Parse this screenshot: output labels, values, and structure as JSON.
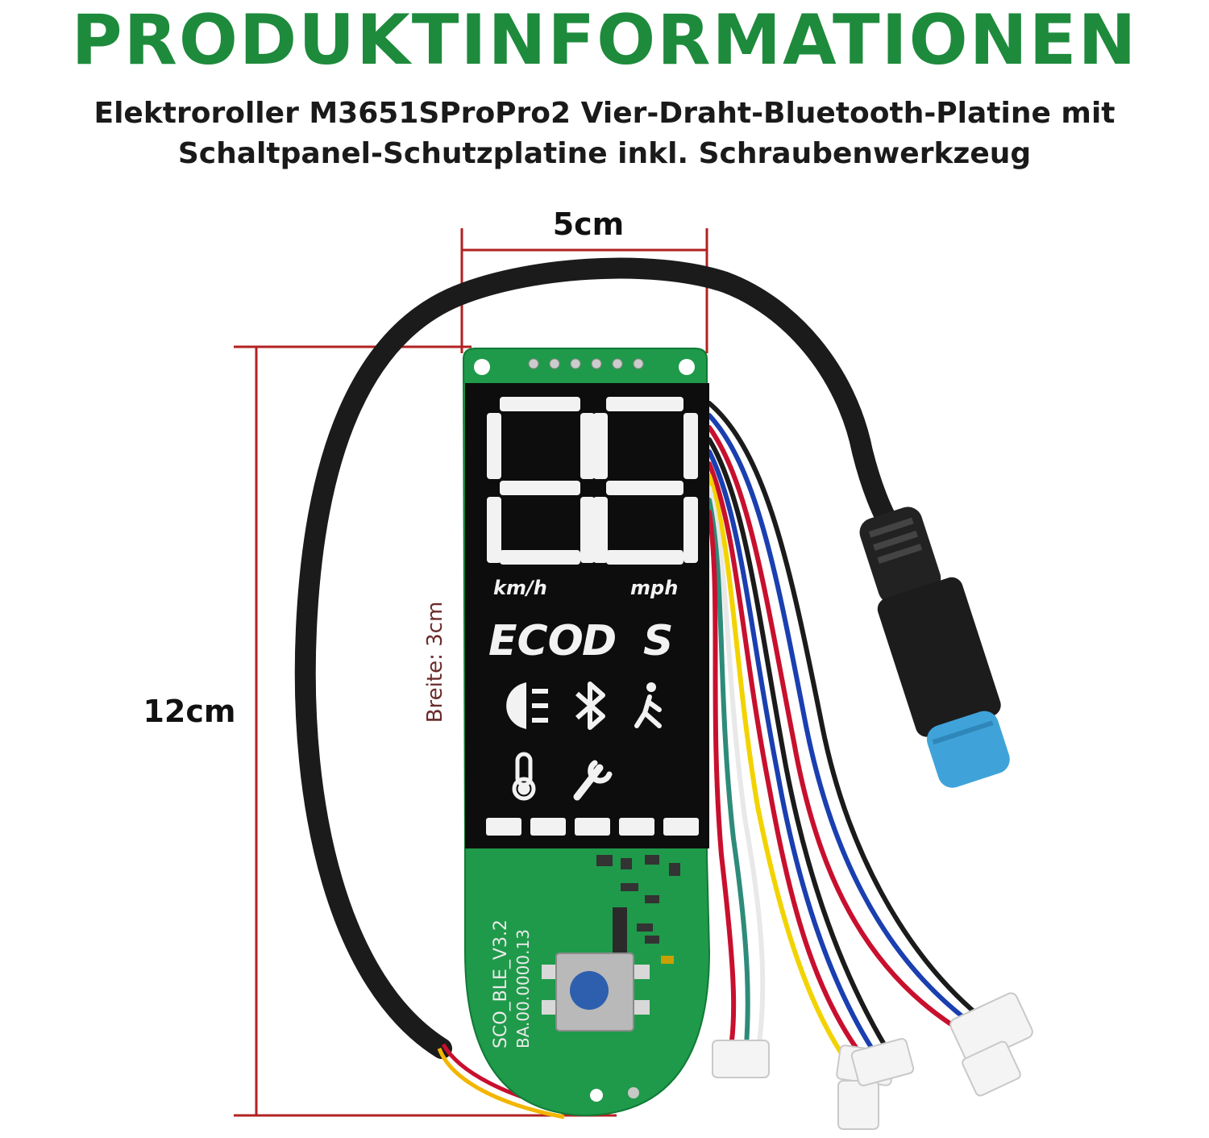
{
  "header": {
    "title": "PRODUKTINFORMATIONEN",
    "subtitle_line1": "Elektroroller M3651SProPro2 Vier-Draht-Bluetooth-Platine mit",
    "subtitle_line2": "Schaltpanel-Schutzplatine inkl. Schraubenwerkzeug"
  },
  "dimensions": {
    "width_top": "5cm",
    "height_left": "12cm",
    "width_side": "Breite: 3cm"
  },
  "display": {
    "speed_digits": "88",
    "unit_kmh": "km/h",
    "unit_mph": "mph",
    "mode_eco": "ECO",
    "mode_d": "D",
    "mode_s": "S",
    "battery_bars": 5
  },
  "board": {
    "label_line1": "SCO_BLE_V3.2",
    "label_line2": "BA.00.0000.13"
  },
  "colors": {
    "title_green": "#1e8a3c",
    "pcb_green": "#1f9a4a",
    "measure_red": "#b22222",
    "connector_blue": "#3fa3d9"
  }
}
